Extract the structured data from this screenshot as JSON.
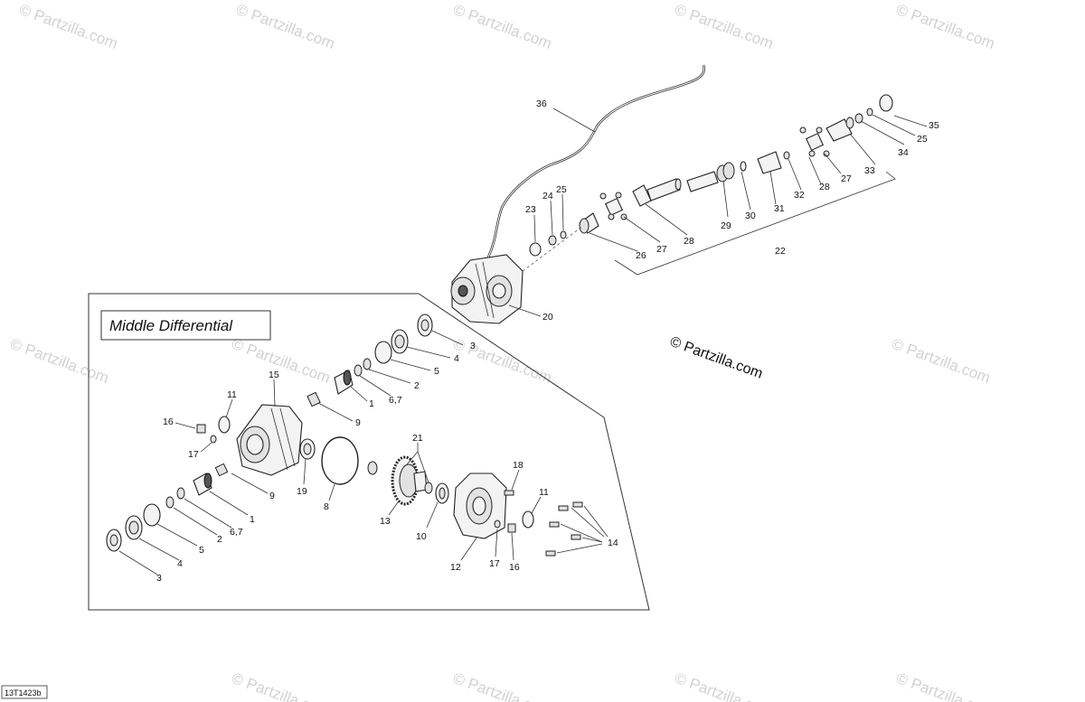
{
  "inset_title": "Middle Differential",
  "copyright_watermark": "© Partzilla.com",
  "diagram_code": "13T1423b",
  "callouts": [
    "36",
    "35",
    "25",
    "34",
    "33",
    "27",
    "28",
    "32",
    "31",
    "30",
    "29",
    "28",
    "27",
    "26",
    "24",
    "25",
    "23",
    "22",
    "20",
    "3",
    "4",
    "5",
    "2",
    "6,7",
    "1",
    "9",
    "15",
    "11",
    "16",
    "17",
    "21",
    "19",
    "8",
    "13",
    "10",
    "18",
    "11",
    "14",
    "12",
    "17",
    "16",
    "9",
    "1",
    "6,7",
    "2",
    "5",
    "4",
    "3"
  ]
}
